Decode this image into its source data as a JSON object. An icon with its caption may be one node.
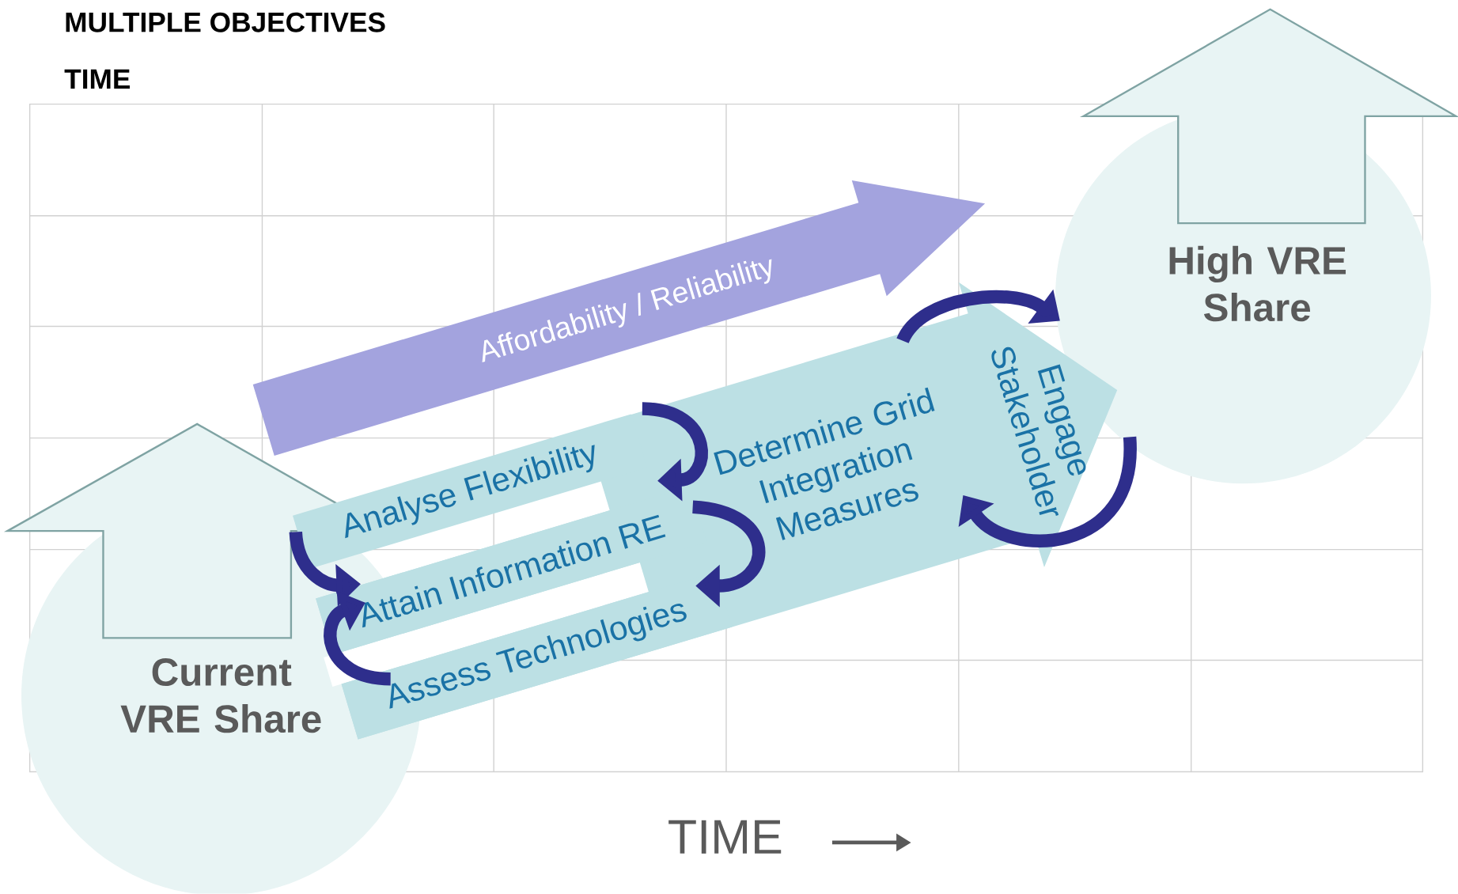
{
  "diagram": {
    "title": "MULTIPLE OBJECTIVES",
    "nodes": [
      {
        "text": [
          "Current VRE Share"
        ]
      },
      {
        "text": [
          "High VRE Share"
        ]
      },
      {
        "text": [
          "Affordability / Reliability"
        ]
      },
      {
        "text": [
          "Analyse Flexibility"
        ]
      },
      {
        "text": [
          "Determine Grid Integration Measures",
          "Engage Stakeholder"
        ]
      },
      {
        "text": [
          "Attain Information RE"
        ],
        "in": 4
      },
      {
        "text": [
          "Assess Technologies"
        ],
        "in": 4
      }
    ],
    "edges": [
      {
        "from": 3,
        "to": 5,
        "arrow": "to"
      },
      {
        "from": 6,
        "to": 5,
        "arrow": "to"
      },
      {
        "from": 4,
        "to": 3,
        "arrow": "to"
      },
      {
        "from": 5,
        "to": 6,
        "arrow": "to"
      },
      {
        "from": 4,
        "to": 1,
        "arrow": "to"
      },
      {
        "from": 1,
        "to": 4,
        "arrow": "to"
      }
    ],
    "labels": [
      "TIME",
      "TIME"
    ]
  }
}
